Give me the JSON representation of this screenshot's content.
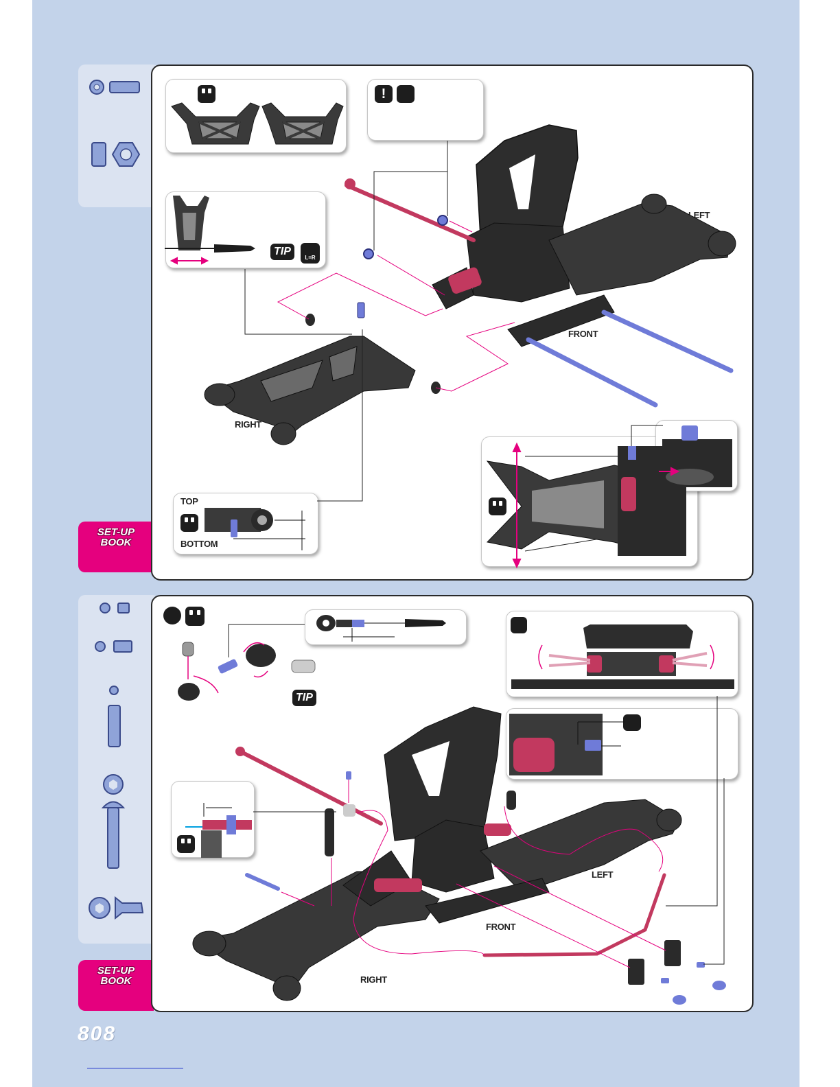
{
  "labels": {
    "left": "LEFT",
    "front": "FRONT",
    "right": "RIGHT",
    "top": "TOP",
    "bottom": "BOTTOM",
    "tip": "TIP",
    "lr": "L=R",
    "warning": "!"
  },
  "setup_book": {
    "line1": "SET-UP",
    "line2": "BOOK"
  },
  "brand": {
    "logo": "808"
  },
  "colors": {
    "page_bg": "#c3d3ea",
    "accent_magenta": "#e5007e",
    "part_dark": "#2b2b2b",
    "hardware_blue": "#6f7bd8",
    "part_red": "#c2395f"
  }
}
